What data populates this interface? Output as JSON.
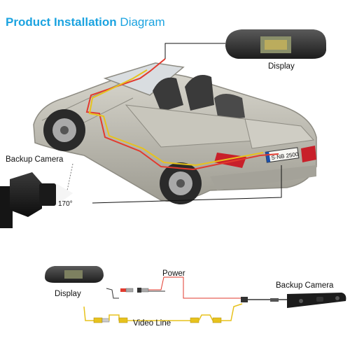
{
  "title": {
    "bold": "Product Installation",
    "light": "Diagram"
  },
  "labels": {
    "display_top": "Display",
    "backup_camera_left": "Backup Camera",
    "angle": "170°",
    "power": "Power",
    "display_bottom": "Display",
    "backup_camera_bottom": "Backup Camera",
    "video_line": "Video Line"
  },
  "plate_text": "S·NB 2500",
  "colors": {
    "title": "#1ba3e0",
    "wire_red": "#e23a2e",
    "wire_yellow": "#e7c21d",
    "car_body": "#b9b7ad",
    "leader_line": "#111111"
  },
  "icons": [
    "mirror-monitor-icon",
    "backup-camera-icon",
    "rca-connector-icon"
  ]
}
